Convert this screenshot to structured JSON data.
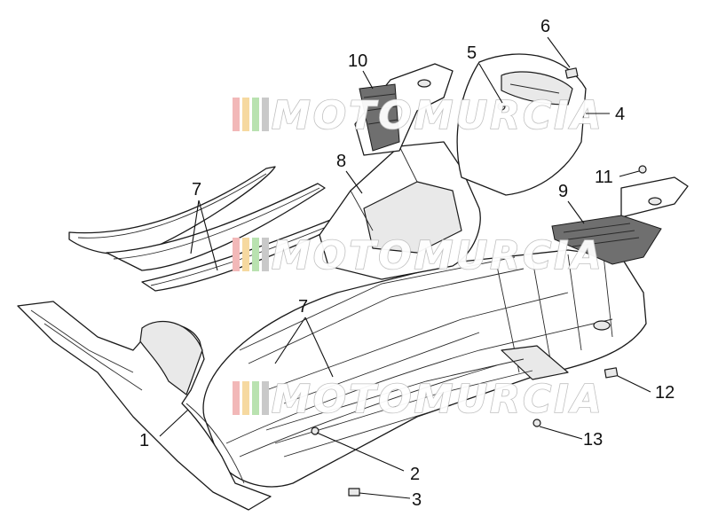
{
  "diagram": {
    "callouts": [
      {
        "id": "1",
        "label": "1"
      },
      {
        "id": "2",
        "label": "2"
      },
      {
        "id": "3",
        "label": "3"
      },
      {
        "id": "4",
        "label": "4"
      },
      {
        "id": "5",
        "label": "5"
      },
      {
        "id": "6",
        "label": "6"
      },
      {
        "id": "7a",
        "label": "7"
      },
      {
        "id": "7b",
        "label": "7"
      },
      {
        "id": "8",
        "label": "8"
      },
      {
        "id": "9",
        "label": "9"
      },
      {
        "id": "10",
        "label": "10"
      },
      {
        "id": "11",
        "label": "11"
      },
      {
        "id": "12",
        "label": "12"
      },
      {
        "id": "13",
        "label": "13"
      }
    ]
  },
  "watermark": {
    "text": "MOTOMURCIA",
    "stripe_colors": [
      "#f2b8b8",
      "#f6d9a0",
      "#b9e2b0",
      "#c9c9c9"
    ]
  }
}
